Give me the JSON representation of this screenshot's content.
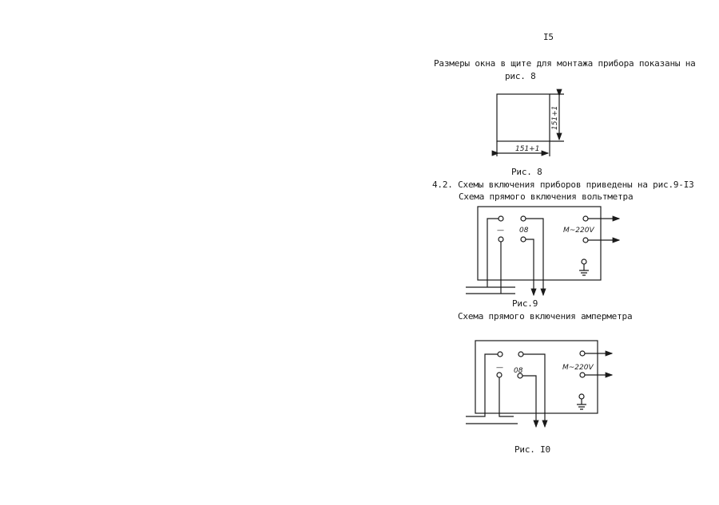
{
  "page_number": "I5",
  "intro_line1": "Размеры окна в щите для монтажа прибора показаны на",
  "intro_line2": "рис. 8",
  "fig8": {
    "dimension_height": "151+1",
    "dimension_width": "151+1",
    "caption": "Рис. 8"
  },
  "section_heading": "4.2. Схемы включения приборов приведены на рис.9-I3",
  "fig9_title": "Схема прямого включения вольтметра",
  "fig9": {
    "minus_label": "—",
    "ob_label": "08",
    "power_label": "M~220V",
    "caption": "Рис.9"
  },
  "fig10_title": "Схема прямого включения амперметра",
  "fig10": {
    "minus_label": "—",
    "ob_label": "08",
    "power_label": "M~220V",
    "caption": "Рис. I0"
  }
}
